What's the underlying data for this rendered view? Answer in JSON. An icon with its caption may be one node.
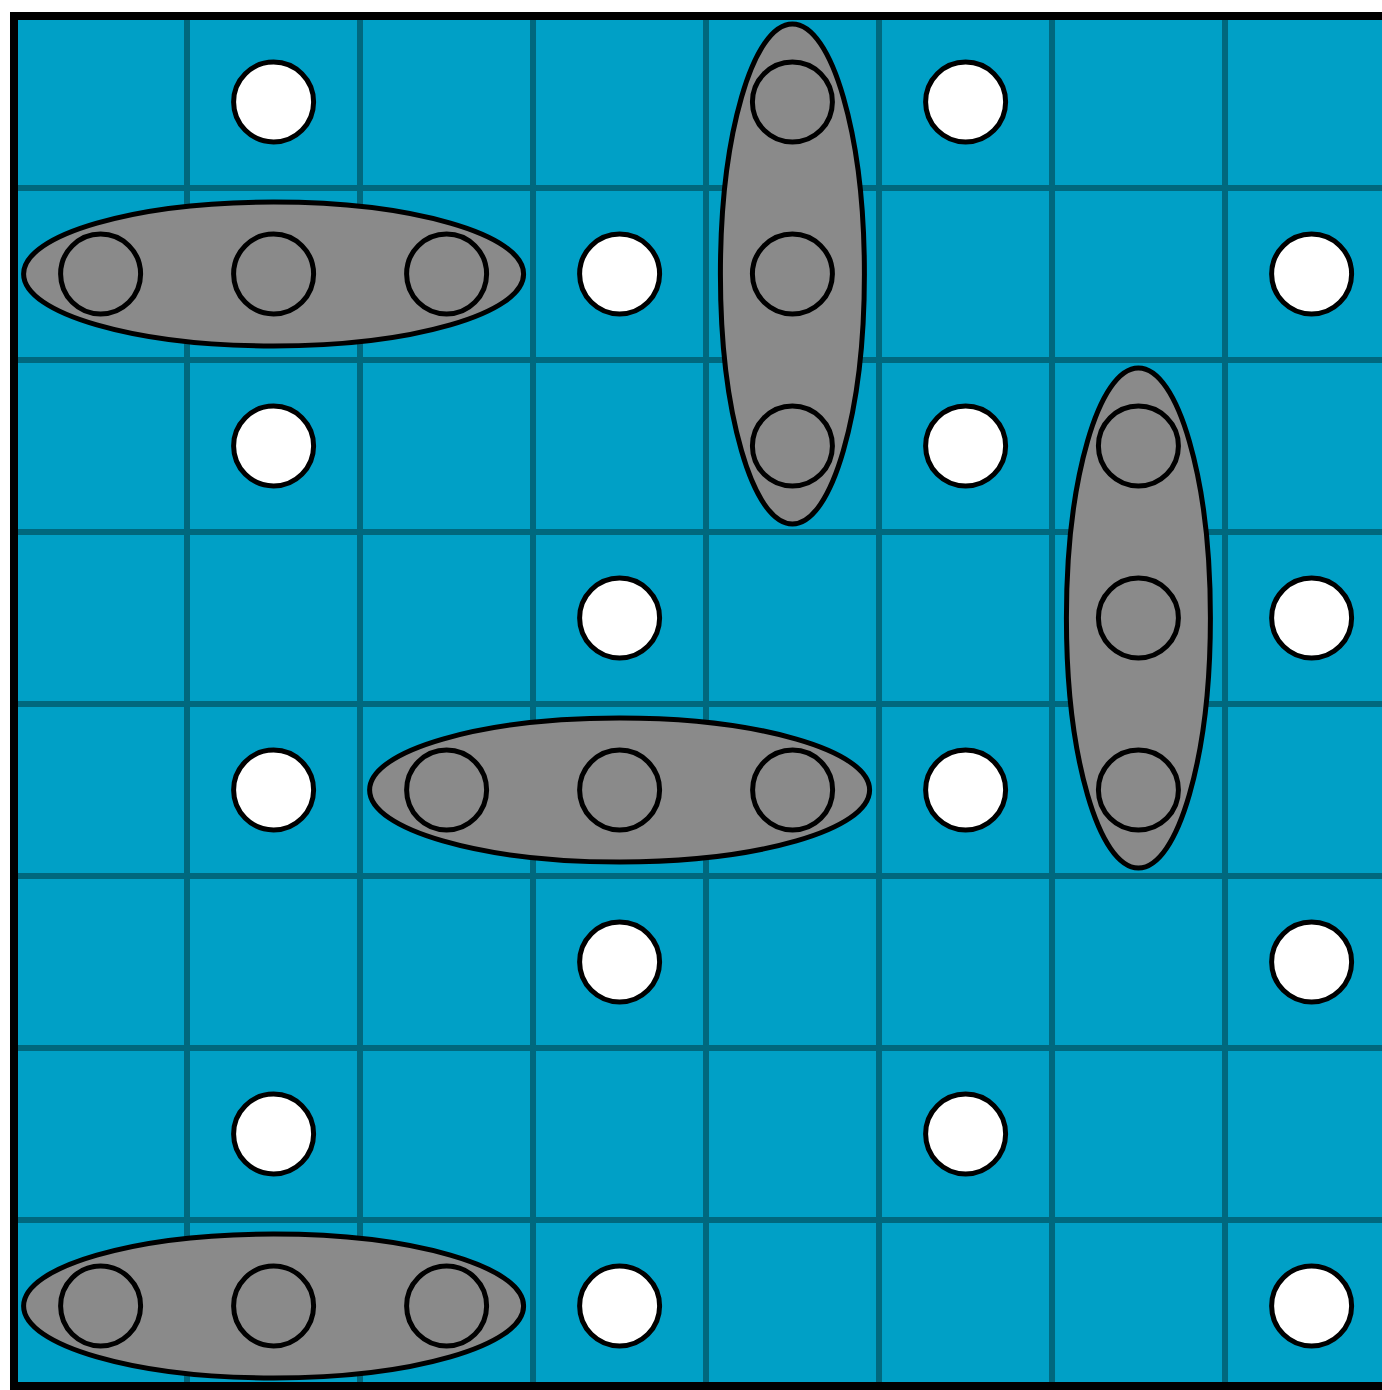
{
  "diagram": {
    "nodes": [
      {
        "text": [],
        "shape": "circle"
      },
      {
        "text": [],
        "shape": "ellipse"
      },
      {
        "text": [],
        "shape": "circle",
        "in": 1
      },
      {
        "text": [],
        "shape": "circle",
        "in": 1
      },
      {
        "text": [],
        "shape": "circle",
        "in": 1
      },
      {
        "text": [],
        "shape": "circle"
      },
      {
        "text": [],
        "shape": "ellipse"
      },
      {
        "text": [],
        "shape": "circle",
        "in": 6
      },
      {
        "text": [],
        "shape": "circle",
        "in": 6
      },
      {
        "text": [],
        "shape": "circle",
        "in": 6
      },
      {
        "text": [],
        "shape": "circle"
      },
      {
        "text": [],
        "shape": "circle"
      },
      {
        "text": [],
        "shape": "circle"
      },
      {
        "text": [],
        "shape": "circle"
      },
      {
        "text": [],
        "shape": "ellipse"
      },
      {
        "text": [],
        "shape": "circle",
        "in": 14
      },
      {
        "text": [],
        "shape": "circle",
        "in": 14
      },
      {
        "text": [],
        "shape": "circle",
        "in": 14
      },
      {
        "text": [],
        "shape": "circle"
      },
      {
        "text": [],
        "shape": "circle"
      },
      {
        "text": [],
        "shape": "circle"
      },
      {
        "text": [],
        "shape": "ellipse"
      },
      {
        "text": [],
        "shape": "circle",
        "in": 21
      },
      {
        "text": [],
        "shape": "circle",
        "in": 21
      },
      {
        "text": [],
        "shape": "circle",
        "in": 21
      },
      {
        "text": [],
        "shape": "circle"
      },
      {
        "text": [],
        "shape": "circle"
      },
      {
        "text": [],
        "shape": "circle"
      },
      {
        "text": [],
        "shape": "circle"
      },
      {
        "text": [],
        "shape": "circle"
      },
      {
        "text": [],
        "shape": "ellipse"
      },
      {
        "text": [],
        "shape": "circle",
        "in": 30
      },
      {
        "text": [],
        "shape": "circle",
        "in": 30
      },
      {
        "text": [],
        "shape": "circle",
        "in": 30
      },
      {
        "text": [],
        "shape": "circle"
      },
      {
        "text": [],
        "shape": "circle"
      }
    ]
  }
}
